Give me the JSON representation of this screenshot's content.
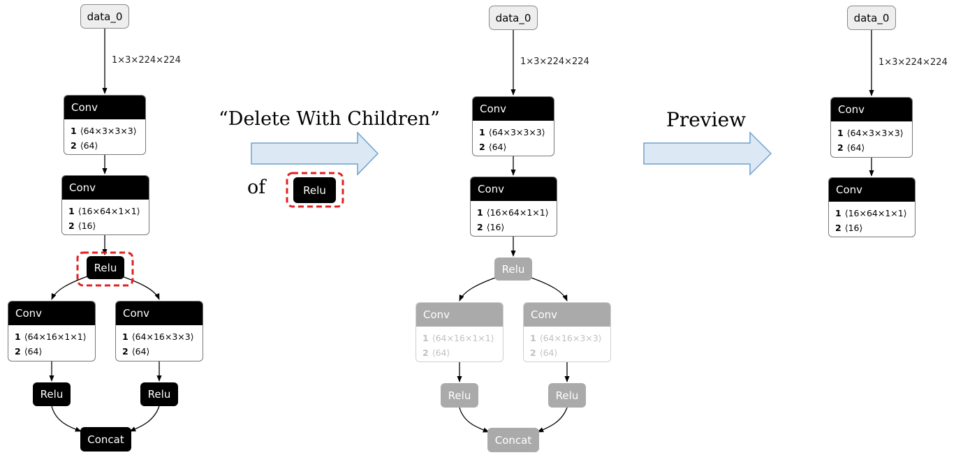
{
  "panels": {
    "original": {
      "input": "data_0",
      "shape": "1×3×224×224",
      "conv1": {
        "title": "Conv",
        "w1": "⟨64×3×3×3⟩",
        "w2": "⟨64⟩"
      },
      "conv2": {
        "title": "Conv",
        "w1": "⟨16×64×1×1⟩",
        "w2": "⟨16⟩"
      },
      "relu_selected": "Relu",
      "conv3": {
        "title": "Conv",
        "w1": "⟨64×16×1×1⟩",
        "w2": "⟨64⟩"
      },
      "conv4": {
        "title": "Conv",
        "w1": "⟨64×16×3×3⟩",
        "w2": "⟨64⟩"
      },
      "relu_left": "Relu",
      "relu_right": "Relu",
      "concat": "Concat"
    },
    "marked": {
      "input": "data_0",
      "shape": "1×3×224×224",
      "conv1": {
        "title": "Conv",
        "w1": "⟨64×3×3×3⟩",
        "w2": "⟨64⟩"
      },
      "conv2": {
        "title": "Conv",
        "w1": "⟨16×64×1×1⟩",
        "w2": "⟨16⟩"
      },
      "relu_faded": "Relu",
      "conv3": {
        "title": "Conv",
        "w1": "⟨64×16×1×1⟩",
        "w2": "⟨64⟩"
      },
      "conv4": {
        "title": "Conv",
        "w1": "⟨64×16×3×3⟩",
        "w2": "⟨64⟩"
      },
      "relu_left": "Relu",
      "relu_right": "Relu",
      "concat": "Concat"
    },
    "preview": {
      "input": "data_0",
      "shape": "1×3×224×224",
      "conv1": {
        "title": "Conv",
        "w1": "⟨64×3×3×3⟩",
        "w2": "⟨64⟩"
      },
      "conv2": {
        "title": "Conv",
        "w1": "⟨16×64×1×1⟩",
        "w2": "⟨16⟩"
      }
    }
  },
  "row_index": {
    "one": "1",
    "two": "2"
  },
  "action": {
    "label": "“Delete With Children”",
    "of": "of",
    "node": "Relu"
  },
  "preview_label": "Preview",
  "colors": {
    "selection": "#e02020",
    "arrow_fill": "#dce9f5",
    "arrow_stroke": "#6fa0cf",
    "faded": "#aaaaaa"
  }
}
